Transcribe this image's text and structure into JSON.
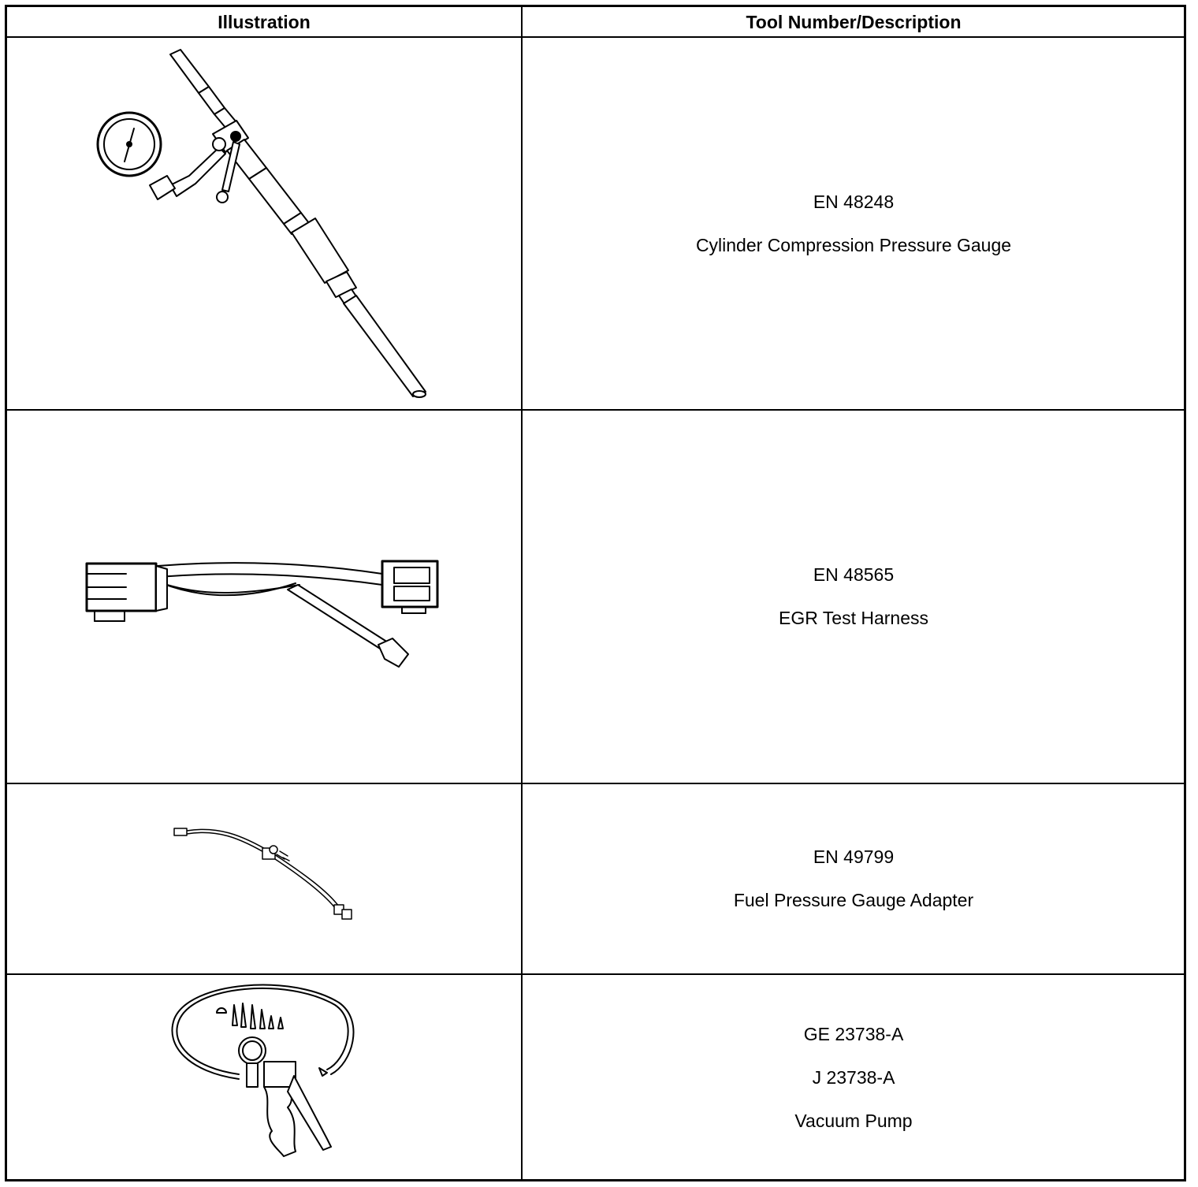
{
  "table": {
    "headers": {
      "illustration": "Illustration",
      "tool": "Tool Number/Description"
    },
    "rows": [
      {
        "illustration_icon": "cylinder-compression-gauge-icon",
        "lines": [
          "EN 48248",
          "Cylinder Compression Pressure Gauge"
        ]
      },
      {
        "illustration_icon": "egr-test-harness-icon",
        "lines": [
          "EN 48565",
          "EGR Test Harness"
        ]
      },
      {
        "illustration_icon": "fuel-pressure-adapter-icon",
        "lines": [
          "EN 49799",
          "Fuel Pressure Gauge Adapter"
        ]
      },
      {
        "illustration_icon": "vacuum-pump-icon",
        "lines": [
          "GE 23738-A",
          "J 23738-A",
          "Vacuum Pump"
        ]
      }
    ]
  }
}
